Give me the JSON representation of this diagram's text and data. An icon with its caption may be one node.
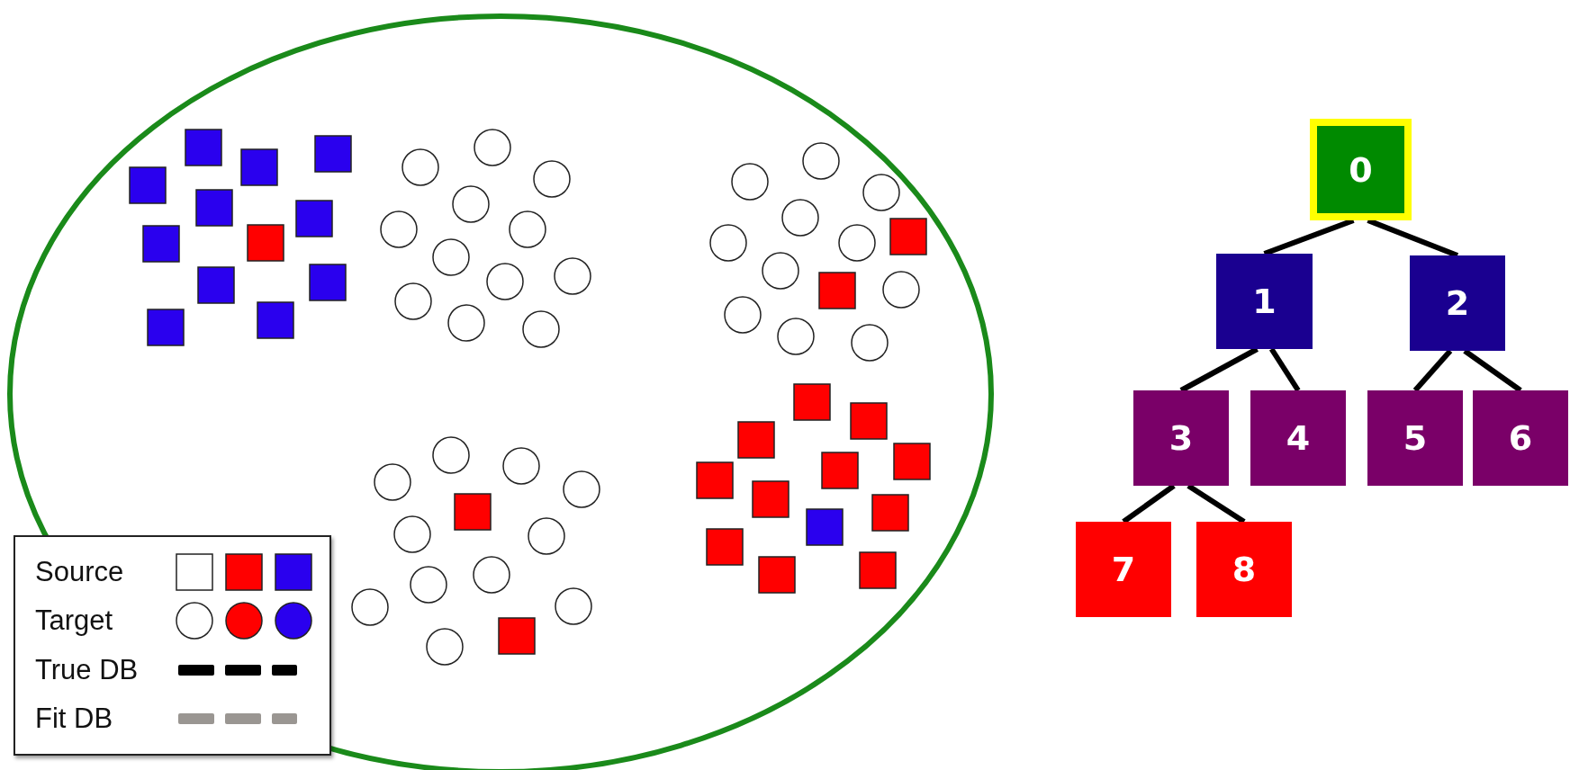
{
  "diagram": {
    "nodes": [
      {
        "text": [
          "0"
        ]
      },
      {
        "text": [
          "1"
        ]
      },
      {
        "text": [
          "2"
        ]
      },
      {
        "text": [
          "3"
        ]
      },
      {
        "text": [
          "4"
        ]
      },
      {
        "text": [
          "5"
        ]
      },
      {
        "text": [
          "6"
        ]
      },
      {
        "text": [
          "7"
        ]
      },
      {
        "text": [
          "8"
        ]
      }
    ],
    "edges": [
      {
        "from": 0,
        "to": 1,
        "arrow": "none"
      },
      {
        "from": 0,
        "to": 2,
        "arrow": "none"
      },
      {
        "from": 1,
        "to": 3,
        "arrow": "none"
      },
      {
        "from": 1,
        "to": 4,
        "arrow": "none"
      },
      {
        "from": 2,
        "to": 5,
        "arrow": "none"
      },
      {
        "from": 2,
        "to": 6,
        "arrow": "none"
      },
      {
        "from": 3,
        "to": 7,
        "arrow": "none"
      },
      {
        "from": 3,
        "to": 8,
        "arrow": "none"
      }
    ],
    "legend": [
      {
        "text": "Source"
      },
      {
        "text": "Target"
      },
      {
        "text": "True DB"
      },
      {
        "text": "Fit DB"
      }
    ]
  }
}
